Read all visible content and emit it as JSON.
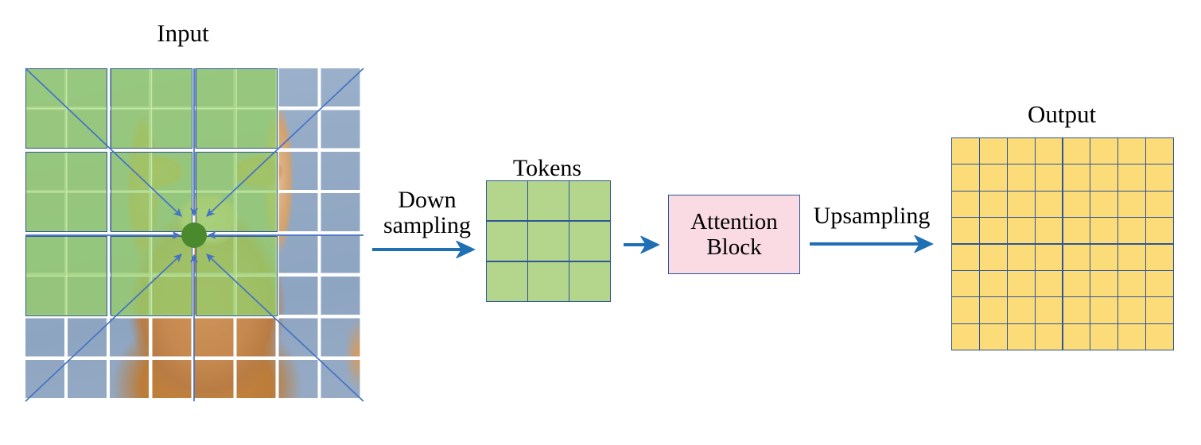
{
  "diagram": {
    "title": "Downsampling-Attention-Upsampling pipeline",
    "colors": {
      "grid_border": "#2e5596",
      "token_green": "#b3d68c",
      "overlay_green": "#96cd6c",
      "center_dot_green": "#4a8a2c",
      "output_yellow": "#fcdc79",
      "attention_pink": "#fadbe3",
      "arrow_blue": "#1f6fb5",
      "attn_arrow_blue": "#4472c4",
      "photo_backdrop_blue": "#93a9c4",
      "photo_fur_orange": "#cf9257"
    }
  },
  "input": {
    "title": "Input",
    "grid": {
      "cols": 8,
      "rows": 8
    },
    "green_blocks": {
      "block_cols": 3,
      "block_rows": 3,
      "span_cells": 2,
      "count": 9
    },
    "center_dot": {
      "label": "sampled-token-center"
    },
    "attention_arrows": {
      "count": 8,
      "directions": [
        "up-left",
        "up",
        "up-right",
        "left",
        "right",
        "down-left",
        "down",
        "down-right"
      ]
    },
    "photo_subject": "corgi dog on blue backdrop"
  },
  "downsampling": {
    "label": "Down\nsampling",
    "arrow": "right-arrow"
  },
  "tokens": {
    "title": "Tokens",
    "grid": {
      "cols": 3,
      "rows": 3,
      "count": 9
    }
  },
  "tokens_to_attention": {
    "arrow": "right-arrow"
  },
  "attention": {
    "label": "Attention\nBlock"
  },
  "upsampling": {
    "label": "Upsampling",
    "arrow": "right-arrow"
  },
  "output": {
    "title": "Output",
    "grid": {
      "cols": 8,
      "rows": 8,
      "count": 64
    }
  }
}
